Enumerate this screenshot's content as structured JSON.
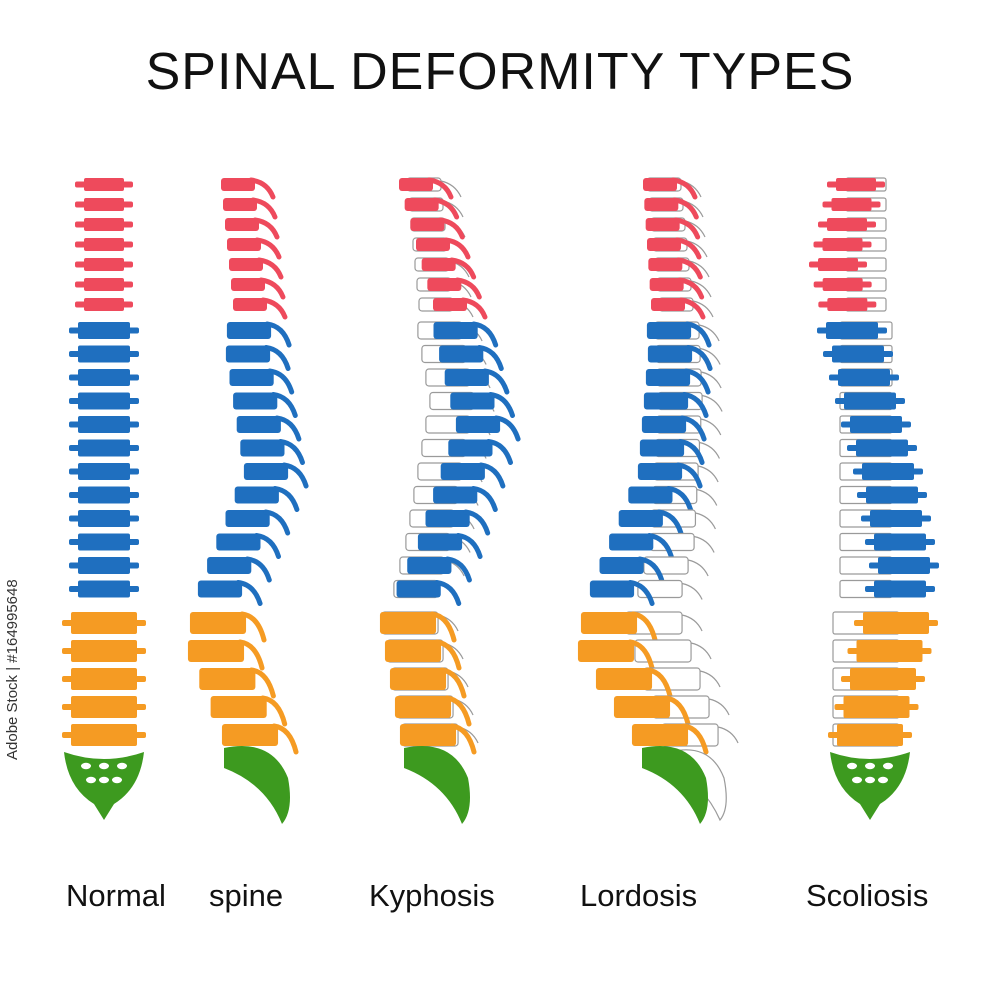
{
  "title": "SPINAL DEFORMITY  TYPES",
  "captions": {
    "normal": "Normal",
    "spine": "spine",
    "kyphosis": "Kyphosis",
    "lordosis": "Lordosis",
    "scoliosis": "Scoliosis"
  },
  "watermark": "Adobe Stock | #164995648",
  "colors": {
    "cervical": "#ee4a5c",
    "thoracic": "#1f6fbf",
    "lumbar": "#f59b23",
    "sacrum": "#3d9a1f",
    "outline": "#9a9a9a",
    "text": "#111111"
  },
  "segments": {
    "cervical": 7,
    "thoracic": 12,
    "lumbar": 5
  }
}
